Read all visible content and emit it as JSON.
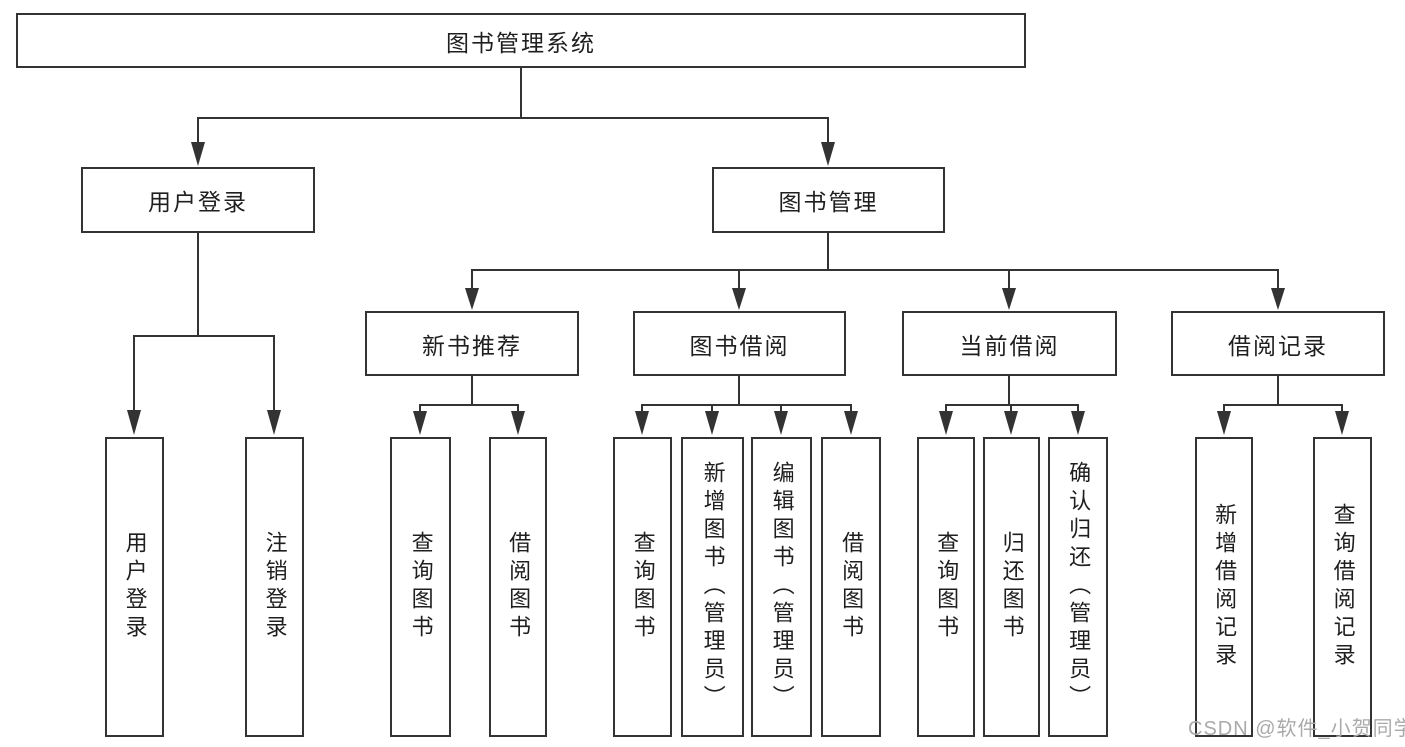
{
  "tree": {
    "root": {
      "label": "图书管理系统"
    },
    "branches": [
      {
        "label": "用户登录",
        "leaves": [
          "用户登录",
          "注销登录"
        ]
      },
      {
        "label": "图书管理",
        "groups": [
          {
            "label": "新书推荐",
            "leaves": [
              "查询图书",
              "借阅图书"
            ]
          },
          {
            "label": "图书借阅",
            "leaves": [
              "查询图书",
              "新增图书（管理员）",
              "编辑图书（管理员）",
              "借阅图书"
            ]
          },
          {
            "label": "当前借阅",
            "leaves": [
              "查询图书",
              "归还图书",
              "确认归还（管理员）"
            ]
          },
          {
            "label": "借阅记录",
            "leaves": [
              "新增借阅记录",
              "查询借阅记录"
            ]
          }
        ]
      }
    ]
  },
  "watermark": "CSDN @软件_小贺同学",
  "colors": {
    "line": "#333333",
    "box_border": "#333333",
    "box_bg": "#ffffff",
    "text": "#1f1f1f",
    "watermark": "#aaaaaa",
    "background": "#ffffff"
  }
}
